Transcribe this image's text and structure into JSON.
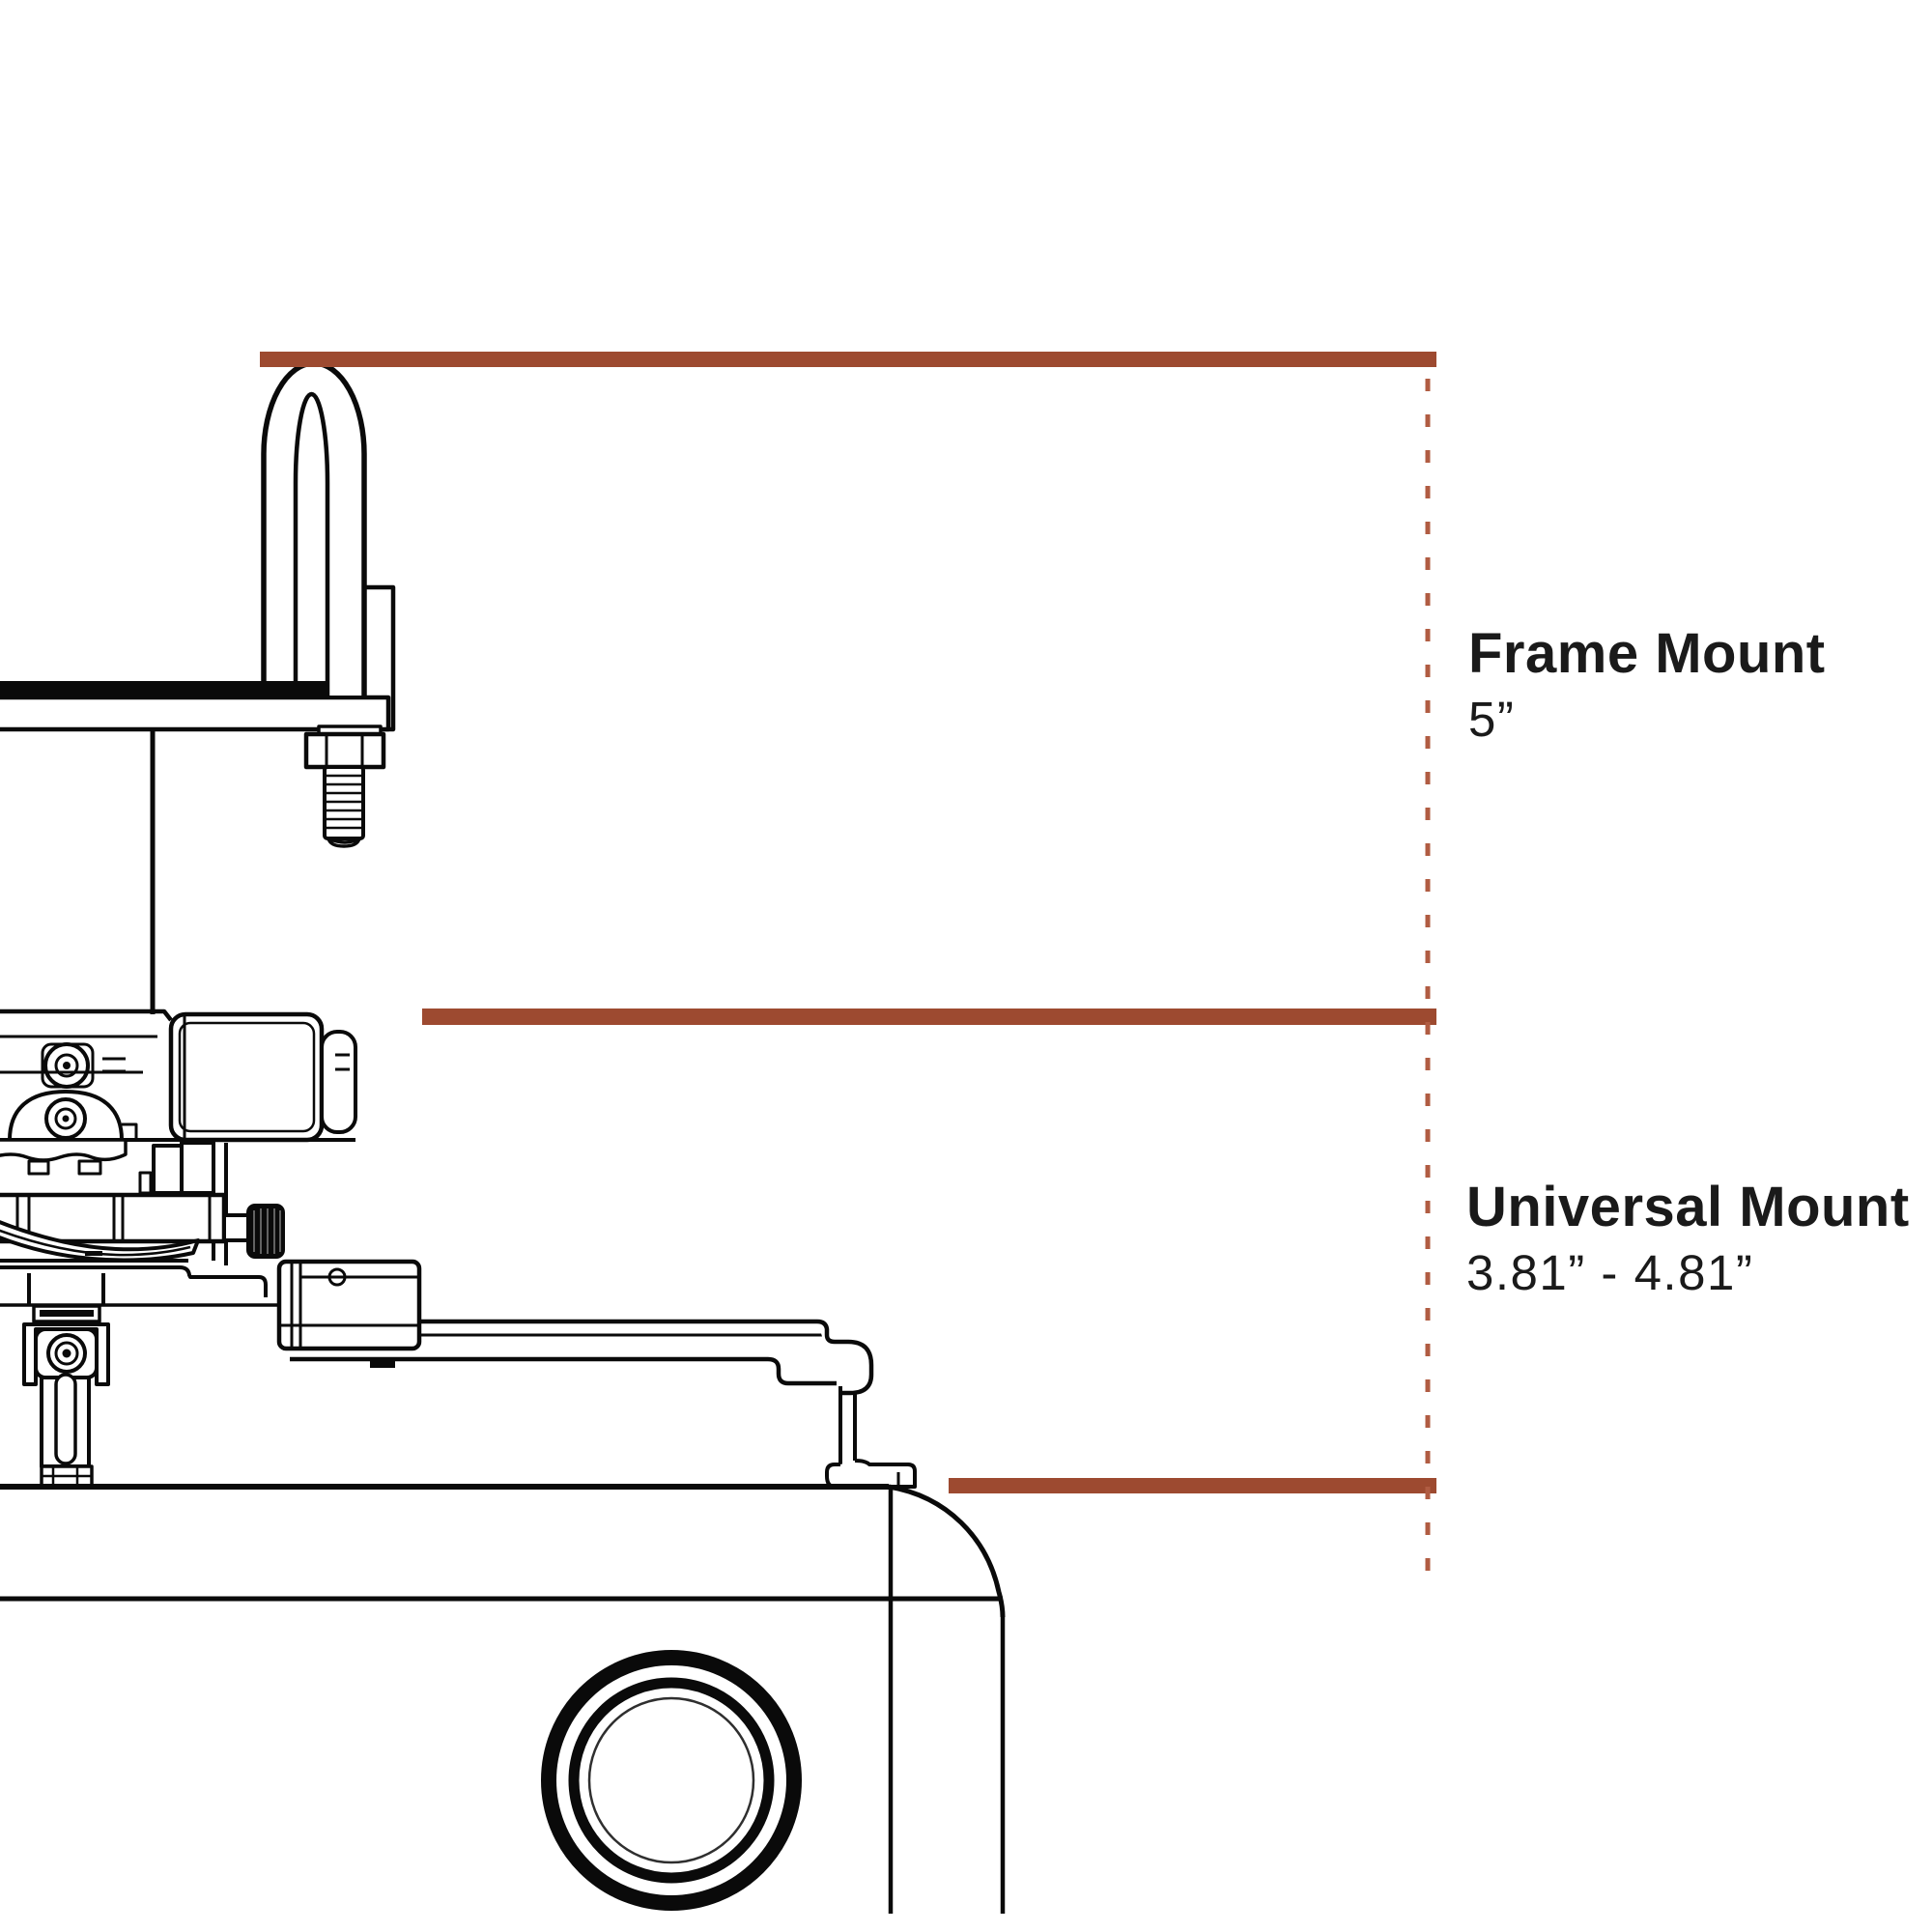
{
  "callouts": [
    {
      "id": "frame-mount",
      "label": "Frame Mount",
      "value": "5”"
    },
    {
      "id": "universal-mount",
      "label": "Universal Mount",
      "value": "3.81” - 4.81”"
    }
  ],
  "colors": {
    "accent": "#9D4A30",
    "accent_dash": "#B05C42",
    "ink": "#1A1A1A",
    "line_art": "#0A0A0A"
  },
  "parts": {
    "frame_clamp": "frame-clamp-hook",
    "clamp_bolt": "clamp-bolt",
    "mount_pole": "mount-pole",
    "mount_head": "projector-mount-head",
    "adjustment_knob": "adjustment-knob",
    "mount_arm": "mount-arm",
    "drop_clamp": "left-drop-clamp",
    "projector": "projector-body",
    "lens": "projector-lens"
  }
}
